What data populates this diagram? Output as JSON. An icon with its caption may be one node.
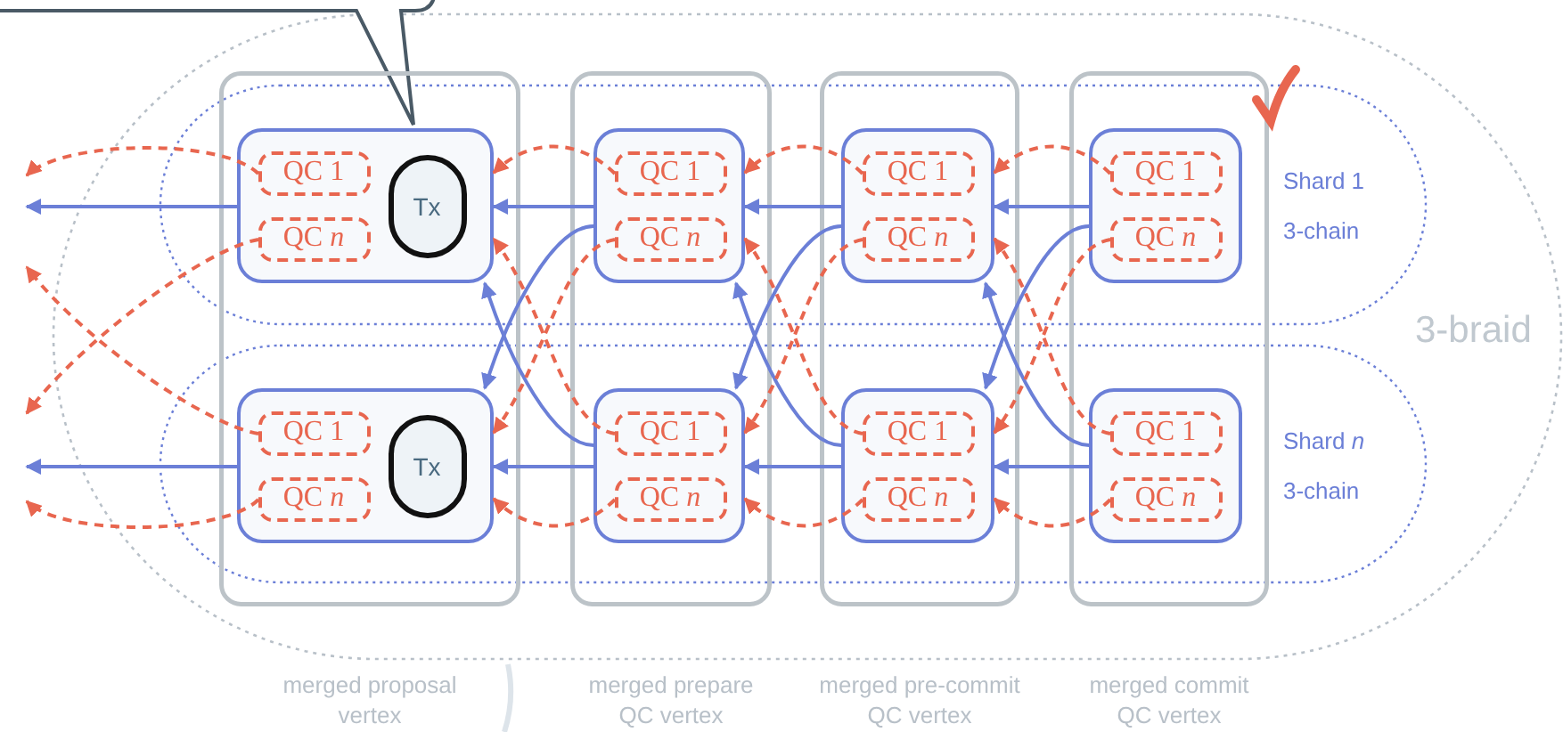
{
  "diagram": {
    "nodes": [
      {
        "text": [],
        "shape": "bubble"
      },
      {
        "text": [
          "merged proposal vertex"
        ]
      },
      {
        "text": [
          "merged prepare QC vertex"
        ]
      },
      {
        "text": [
          "merged pre-commit QC vertex"
        ]
      },
      {
        "text": [
          "merged commit QC vertex"
        ]
      },
      {
        "text": [],
        "shape": "box",
        "in": 1
      },
      {
        "text": [
          "QC 1"
        ],
        "in": 5
      },
      {
        "text": [
          "QC *n*"
        ],
        "in": 5
      },
      {
        "text": [
          "Tx"
        ],
        "in": 5
      },
      {
        "text": [],
        "shape": "box",
        "in": 2
      },
      {
        "text": [
          "QC 1"
        ],
        "in": 9
      },
      {
        "text": [
          "QC *n*"
        ],
        "in": 9
      },
      {
        "text": [],
        "shape": "box",
        "in": 3
      },
      {
        "text": [
          "QC 1"
        ],
        "in": 12
      },
      {
        "text": [
          "QC *n*"
        ],
        "in": 12
      },
      {
        "text": [],
        "shape": "box",
        "in": 4
      },
      {
        "text": [
          "QC 1"
        ],
        "in": 15
      },
      {
        "text": [
          "QC *n*"
        ],
        "in": 15
      },
      {
        "text": [],
        "shape": "box",
        "in": 1
      },
      {
        "text": [
          "QC 1"
        ],
        "in": 18
      },
      {
        "text": [
          "QC *n*"
        ],
        "in": 18
      },
      {
        "text": [
          "Tx"
        ],
        "in": 18
      },
      {
        "text": [],
        "shape": "box",
        "in": 2
      },
      {
        "text": [
          "QC 1"
        ],
        "in": 22
      },
      {
        "text": [
          "QC *n*"
        ],
        "in": 22
      },
      {
        "text": [],
        "shape": "box",
        "in": 3
      },
      {
        "text": [
          "QC 1"
        ],
        "in": 25
      },
      {
        "text": [
          "QC *n*"
        ],
        "in": 25
      },
      {
        "text": [],
        "shape": "box",
        "in": 4
      },
      {
        "text": [
          "QC 1"
        ],
        "in": 28
      },
      {
        "text": [
          "QC *n*"
        ],
        "in": 28
      }
    ],
    "edges": [
      {
        "from": 9,
        "to": 5,
        "arrow": "to",
        "color": "#6b7fd7"
      },
      {
        "from": 12,
        "to": 9,
        "arrow": "to",
        "color": "#6b7fd7"
      },
      {
        "from": 15,
        "to": 12,
        "arrow": "to",
        "color": "#6b7fd7"
      },
      {
        "from": 5,
        "to": null,
        "arrow": "to",
        "color": "#6b7fd7"
      },
      {
        "from": 22,
        "to": 18,
        "arrow": "to",
        "color": "#6b7fd7"
      },
      {
        "from": 25,
        "to": 22,
        "arrow": "to",
        "color": "#6b7fd7"
      },
      {
        "from": 28,
        "to": 25,
        "arrow": "to",
        "color": "#6b7fd7"
      },
      {
        "from": 18,
        "to": null,
        "arrow": "to",
        "color": "#6b7fd7"
      },
      {
        "from": 9,
        "to": 18,
        "arrow": "to",
        "color": "#6b7fd7"
      },
      {
        "from": 22,
        "to": 5,
        "arrow": "to",
        "color": "#6b7fd7"
      },
      {
        "from": 12,
        "to": 22,
        "arrow": "to",
        "color": "#6b7fd7"
      },
      {
        "from": 25,
        "to": 9,
        "arrow": "to",
        "color": "#6b7fd7"
      },
      {
        "from": 15,
        "to": 25,
        "arrow": "to",
        "color": "#6b7fd7"
      },
      {
        "from": 28,
        "to": 12,
        "arrow": "to",
        "color": "#6b7fd7"
      },
      {
        "from": 10,
        "to": 5,
        "arrow": "to",
        "style": "dashed",
        "color": "#e8664f"
      },
      {
        "from": 23,
        "to": 5,
        "arrow": "to",
        "style": "dashed",
        "color": "#e8664f"
      },
      {
        "from": 11,
        "to": 18,
        "arrow": "to",
        "style": "dashed",
        "color": "#e8664f"
      },
      {
        "from": 24,
        "to": 18,
        "arrow": "to",
        "style": "dashed",
        "color": "#e8664f"
      },
      {
        "from": 13,
        "to": 9,
        "arrow": "to",
        "style": "dashed",
        "color": "#e8664f"
      },
      {
        "from": 26,
        "to": 9,
        "arrow": "to",
        "style": "dashed",
        "color": "#e8664f"
      },
      {
        "from": 14,
        "to": 22,
        "arrow": "to",
        "style": "dashed",
        "color": "#e8664f"
      },
      {
        "from": 27,
        "to": 22,
        "arrow": "to",
        "style": "dashed",
        "color": "#e8664f"
      },
      {
        "from": 16,
        "to": 12,
        "arrow": "to",
        "style": "dashed",
        "color": "#e8664f"
      },
      {
        "from": 29,
        "to": 12,
        "arrow": "to",
        "style": "dashed",
        "color": "#e8664f"
      },
      {
        "from": 17,
        "to": 25,
        "arrow": "to",
        "style": "dashed",
        "color": "#e8664f"
      },
      {
        "from": 30,
        "to": 25,
        "arrow": "to",
        "style": "dashed",
        "color": "#e8664f"
      },
      {
        "from": 6,
        "to": null,
        "arrow": "to",
        "style": "dashed",
        "color": "#e8664f"
      },
      {
        "from": 19,
        "to": null,
        "arrow": "to",
        "style": "dashed",
        "color": "#e8664f"
      },
      {
        "from": 7,
        "to": null,
        "arrow": "to",
        "style": "dashed",
        "color": "#e8664f"
      },
      {
        "from": 20,
        "to": null,
        "arrow": "to",
        "style": "dashed",
        "color": "#e8664f"
      }
    ],
    "labels": [
      "Shard 1 3-chain",
      "3-braid",
      "Shard *n* 3-chain"
    ]
  }
}
